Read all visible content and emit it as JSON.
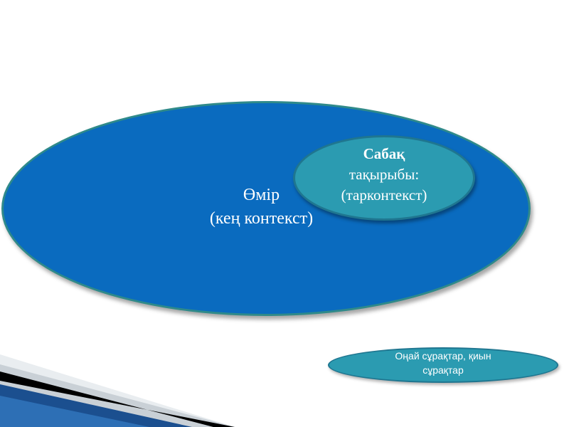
{
  "diagram": {
    "outer": {
      "line1": "Өмір",
      "line2": "(кең контекст)"
    },
    "inner": {
      "line1": "Сабақ",
      "line2": "тақырыбы:",
      "line3": "(тарконтекст)"
    },
    "pill": {
      "line1": "Оңай сұрақтар, қиын",
      "line2": "сұрақтар"
    }
  },
  "colors": {
    "outer_fill": "#0a6bbf",
    "inner_fill": "#2b9bb1",
    "border": "#2f8a8a",
    "text": "#ffffff"
  }
}
